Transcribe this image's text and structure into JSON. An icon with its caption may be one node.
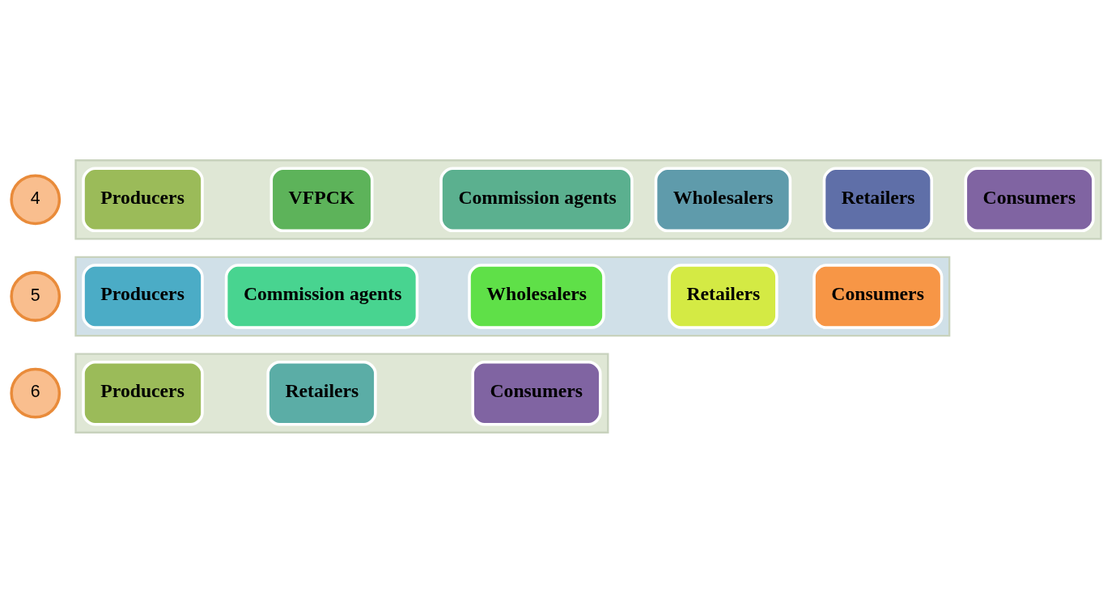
{
  "diagram": {
    "nodes": [
      {
        "text": [
          "4"
        ]
      },
      {
        "text": [],
        "shape": "arrow"
      },
      {
        "text": [
          "Producers"
        ],
        "in": 1
      },
      {
        "text": [
          "VFPCK"
        ],
        "in": 1
      },
      {
        "text": [
          "Commission agents"
        ],
        "in": 1
      },
      {
        "text": [
          "Wholesalers"
        ],
        "in": 1
      },
      {
        "text": [
          "Retailers"
        ],
        "in": 1
      },
      {
        "text": [
          "Consumers"
        ],
        "in": 1
      },
      {
        "text": [
          "5"
        ]
      },
      {
        "text": [],
        "shape": "arrow"
      },
      {
        "text": [
          "Producers"
        ],
        "in": 9
      },
      {
        "text": [
          "Commission agents"
        ],
        "in": 9
      },
      {
        "text": [
          "Wholesalers"
        ],
        "in": 9
      },
      {
        "text": [
          "Retailers"
        ],
        "in": 9
      },
      {
        "text": [
          "Consumers"
        ],
        "in": 9
      },
      {
        "text": [
          "6"
        ]
      },
      {
        "text": [],
        "shape": "arrow"
      },
      {
        "text": [
          "Producers"
        ],
        "in": 16
      },
      {
        "text": [
          "Retailers"
        ],
        "in": 16
      },
      {
        "text": [
          "Consumers"
        ],
        "in": 16
      }
    ],
    "edges": []
  }
}
